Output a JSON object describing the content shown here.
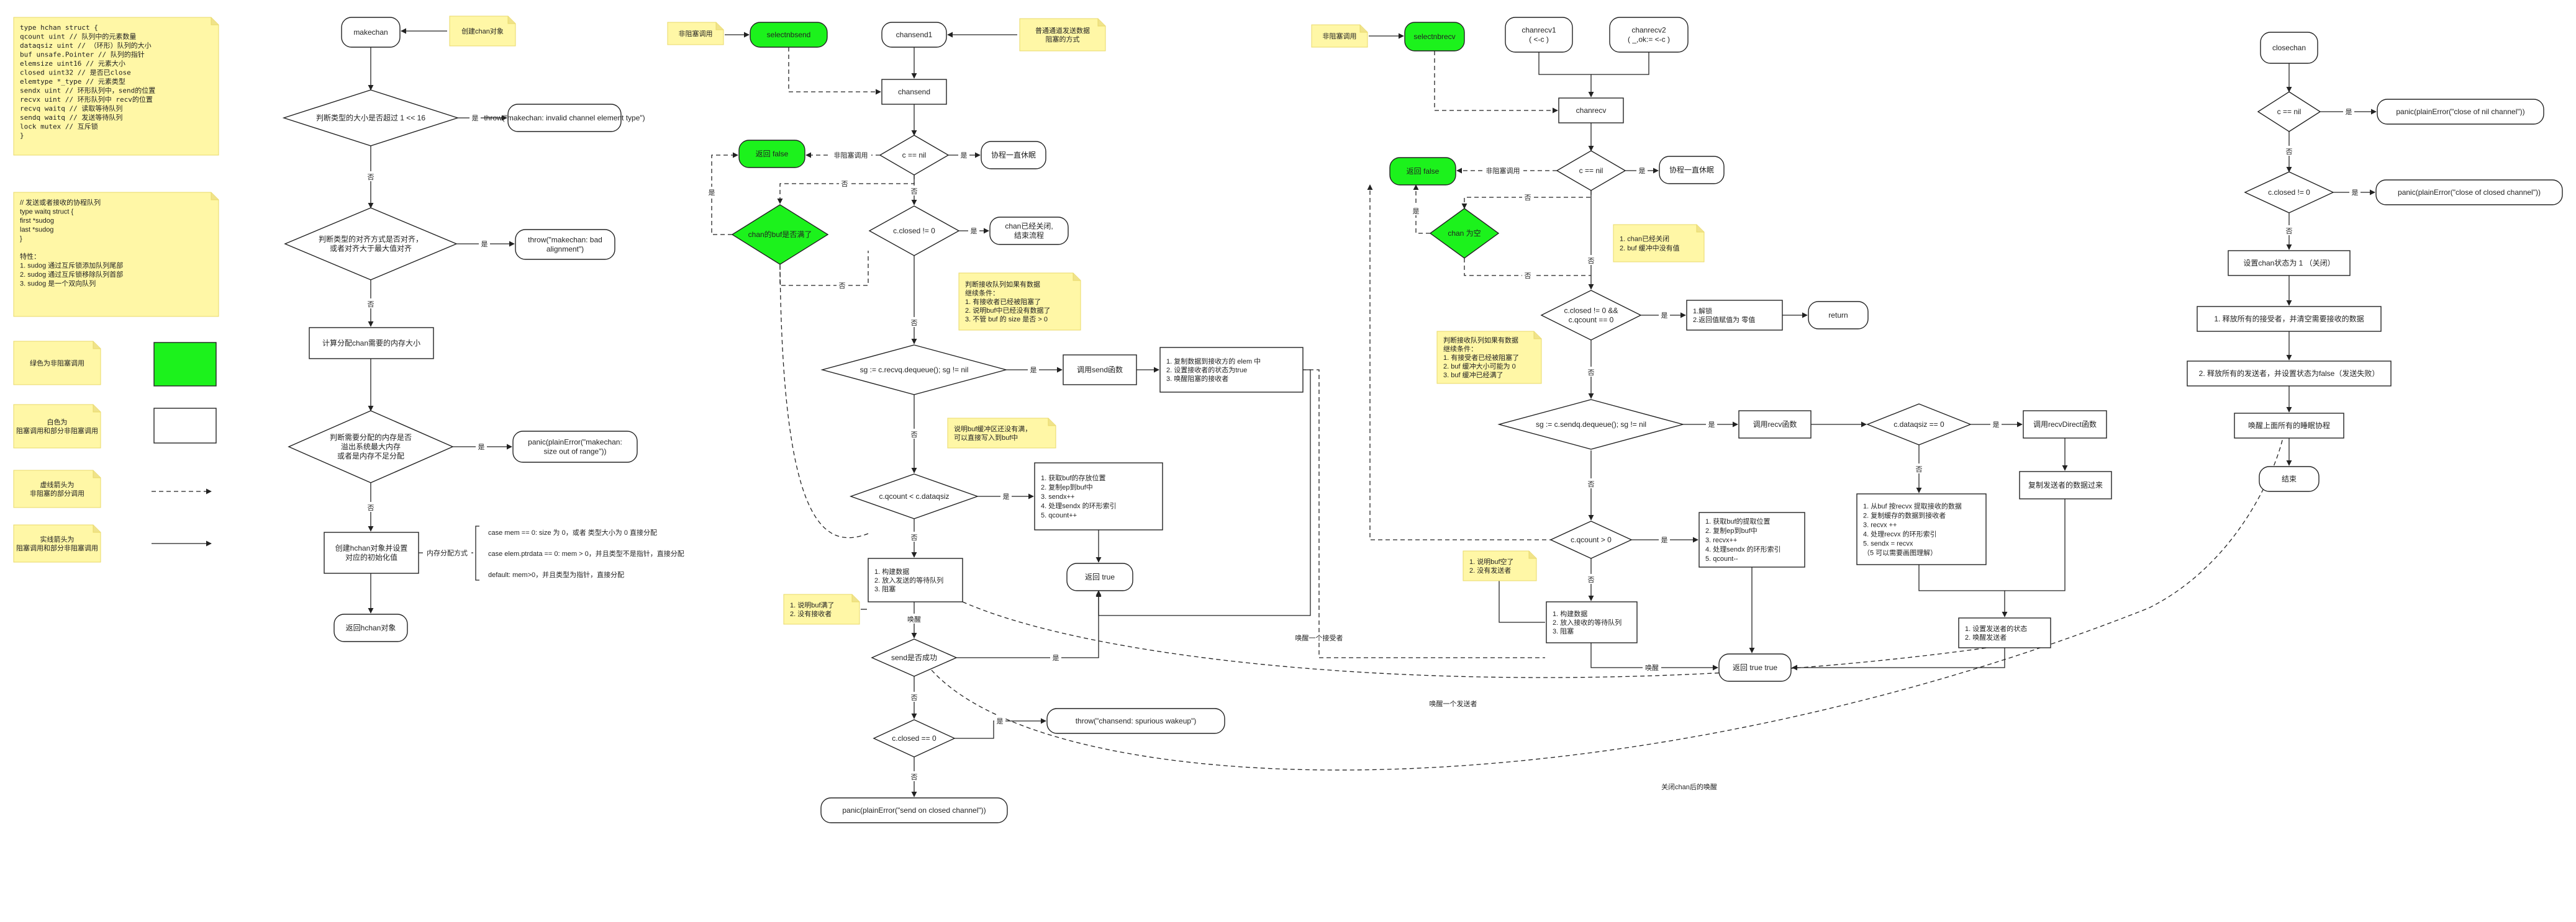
{
  "struct_notes": {
    "hchan": [
      "type hchan struct {",
      "  qcount   uint         // 队列中的元素数量",
      "  dataqsiz uint         // （环形）队列的大小",
      "  buf      unsafe.Pointer // 队列的指针",
      "  elemsize uint16  // 元素大小",
      "  closed   uint32 // 是否已close",
      "  elemtype *_type // 元素类型",
      "  sendx    uint   // 环形队列中，send的位置",
      "  recvx    uint   // 环形队列中 recv的位置",
      "  recvq    waitq  // 读取等待队列",
      "  sendq    waitq  // 发送等待队列",
      "  lock mutex // 互斥锁",
      "}"
    ],
    "waitq": [
      "// 发送或者接收的协程队列",
      "type waitq struct {",
      "  first *sudog",
      "  last  *sudog",
      "}",
      "",
      "特性：",
      "1. sudog 通过互斥锁添加队列尾部",
      "2. sudog 通过互斥锁移除队列首部",
      "3. sudog 是一个双向队列"
    ]
  },
  "legend": {
    "green_label": "绿色为非阻塞调用",
    "white_label": [
      "白色为",
      "阻塞调用和部分非阻塞调用"
    ],
    "dashed_label": [
      "虚线箭头为",
      "非阻塞的部分调用"
    ],
    "solid_label": [
      "实线箭头为",
      "阻塞调用和部分非阻塞调用"
    ]
  },
  "makechan": {
    "start": "makechan",
    "start_note": "创建chan对象",
    "d1": "判断类型的大小是否超过 1 << 16",
    "d1_yes": "throw(\"makechan: invalid channel element type\")",
    "d2": [
      "判断类型的对齐方式是否对齐，",
      "或者对齐大于最大值对齐"
    ],
    "d2_yes": [
      "throw(\"makechan: bad",
      "alignment\")"
    ],
    "calc": "计算分配chan需要的内存大小",
    "d3": [
      "判断需要分配的内存是否",
      "溢出系统最大内存",
      "或者是内存不足分配"
    ],
    "d3_yes": [
      "panic(plainError(\"makechan:",
      "size out of range\"))"
    ],
    "alloc": [
      "创建hchan对象并设置",
      "对应的初始化值"
    ],
    "alloc_label": "内存分配方式",
    "cases": [
      "case mem == 0: size 为 0，或者 类型大小为 0 直接分配",
      "case elem.ptrdata == 0:  mem > 0，并且类型不是指针，直接分配",
      "default:  mem>0，并且类型为指针，直接分配"
    ],
    "end": "返回hchan对象",
    "yes": "是",
    "no": "否"
  },
  "chansend": {
    "nb_note": "非阻塞调用",
    "select": "selectnbsend",
    "c1": "chansend1",
    "c1_note": [
      "普通通道发送数据",
      "阻塞的方式"
    ],
    "chansend": "chansend",
    "d_nil": "c == nil",
    "nil_yes": "协程一直休眠",
    "ret_false": "返回 false",
    "ret_false_lbl": "非阻塞调用",
    "d_full": "chan的buf是否满了",
    "d_closed": "c.closed != 0",
    "closed_yes": [
      "chan已经关闭,",
      "结束流程"
    ],
    "note_direct": [
      "判断接收队列如果有数据",
      "继续条件：",
      "1. 有接收者已经被阻塞了",
      "2. 说明buf中已经没有数据了",
      "3. 不管 buf 的 size 是否 > 0"
    ],
    "d_recvq": "sg := c.recvq.dequeue(); sg != nil",
    "call_send": "调用send函数",
    "send_box": [
      "1. 复制数据到接收方的 elem 中",
      "2. 设置接收者的状态为true",
      "3. 唤醒阻塞的接收者"
    ],
    "note_buf": [
      "说明buf缓冲区还没有满，",
      "可以直接写入到buf中"
    ],
    "d_qcount": "c.qcount < c.dataqsiz",
    "buf_box": [
      "1. 获取buf的存放位置",
      "2. 复制ep到buf中",
      "3. sendx++",
      "4. 处理sendx 的环形索引",
      "5. qcount++"
    ],
    "ret_true": "返回 true",
    "block_box": [
      "1. 构建数据",
      "2. 放入发送的等待队列",
      "3. 阻塞"
    ],
    "note_block": [
      "1. 说明buf满了",
      "2. 没有接收者"
    ],
    "wake": "唤醒",
    "d_success": "send是否成功",
    "d_closed2": "c.closed == 0",
    "spurious": "throw(\"chansend: spurious wakeup\")",
    "closed_panic": "panic(plainError(\"send on closed channel\"))",
    "wake_one_recv": "唤醒一个接受者",
    "yes": "是",
    "no": "否"
  },
  "chanrecv": {
    "nb_note": "非阻塞调用",
    "select": "selectnbrecv",
    "r1": [
      "chanrecv1",
      "( <-c )"
    ],
    "r2": [
      "chanrecv2",
      "( _,ok:= <-c )"
    ],
    "chanrecv": "chanrecv",
    "d_nil": "c == nil",
    "nil_yes": "协程一直休眠",
    "ret_false": "返回 false",
    "d_empty": "chan 为空",
    "note_closed": [
      "1. chan已经关闭",
      "2. buf 缓冲中没有值"
    ],
    "d_closed": [
      "c.closed != 0 &&",
      "c.qcount == 0"
    ],
    "closed_box": [
      "1.解锁",
      "2.返回值赋值为 零值"
    ],
    "ret": "return",
    "note_sendq": [
      "判断接收队列如果有数据",
      "继续条件：",
      "1. 有接受者已经被阻塞了",
      "2. buf 缓冲大小可能为 0",
      "3. buf 缓冲已经满了"
    ],
    "d_sendq": "sg := c.sendq.dequeue(); sg != nil",
    "call_recv": "调用recv函数",
    "d_dataqsiz": "c.dataqsiz == 0",
    "call_direct": "调用recvDirect函数",
    "copy_direct": "复制发送者的数据过来",
    "buf_recv_box": [
      "1. 从buf 按recvx 提取接收的数据",
      "2. 复制缓存的数据到接收者",
      "3. recvx ++",
      "4. 处理recvx 的环形索引",
      "5. sendx = recvx",
      "（5 可以需要画图理解）"
    ],
    "set_sender": [
      "1. 设置发送者的状态",
      "2. 唤醒发送者"
    ],
    "d_qcount": "c.qcount > 0",
    "qbox": [
      "1. 获取buf的提取位置",
      "2. 复制ep到buf中",
      "3. recvx++",
      "4. 处理sendx 的环形索引",
      "5. qcount--"
    ],
    "note_empty": [
      "1. 说明buf空了",
      "2. 没有发送者"
    ],
    "block_box": [
      "1. 构建数据",
      "2. 放入接收的等待队列",
      "3. 阻塞"
    ],
    "ret_true": "返回 true true",
    "wake": "唤醒",
    "wake_one_send": "唤醒一个发送者",
    "wake_closed": "关闭chan后的唤醒",
    "yes": "是",
    "no": "否"
  },
  "closechan": {
    "start": "closechan",
    "d_nil": "c == nil",
    "nil_panic": "panic(plainError(\"close of nil channel\"))",
    "d_closed": "c.closed != 0",
    "closed_panic": "panic(plainError(\"close of closed channel\"))",
    "set_closed": "设置chan状态为 1 （关闭）",
    "release_recv": "1. 释放所有的接受者，并清空需要接收的数据",
    "release_send": "2. 释放所有的发送者，并设置状态为false（发送失败）",
    "wake_all": "唤醒上面所有的睡眠协程",
    "end": "结束",
    "yes": "是",
    "no": "否"
  }
}
